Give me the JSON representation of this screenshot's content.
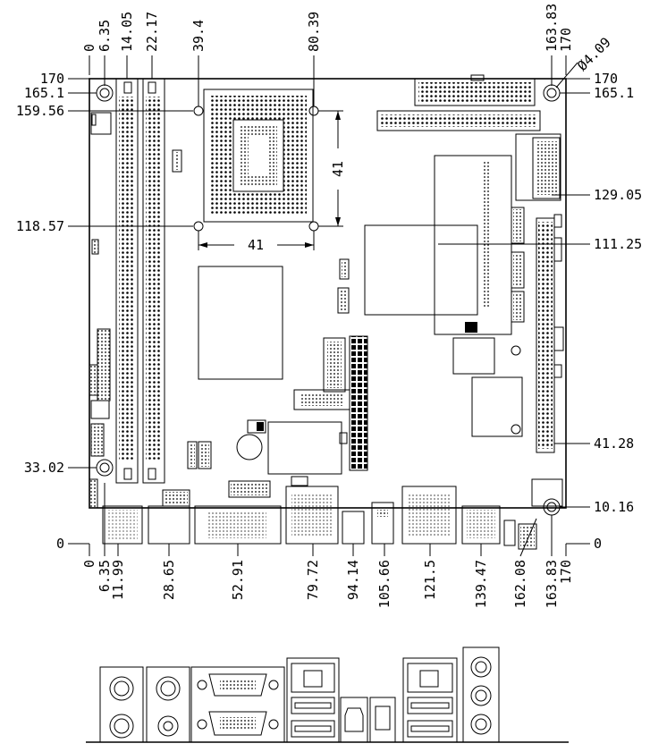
{
  "diagram": {
    "top_dims": [
      "0",
      "6.35",
      "14.05",
      "22.17",
      "39.4",
      "80.39",
      "163.83",
      "170"
    ],
    "left_dims": [
      "170",
      "165.1",
      "159.56",
      "118.57",
      "33.02",
      "0"
    ],
    "right_dims": [
      "170",
      "165.1",
      "129.05",
      "111.25",
      "41.28",
      "10.16",
      "0"
    ],
    "bottom_dims": [
      "0",
      "6.35",
      "11.99",
      "28.65",
      "52.91",
      "79.72",
      "94.14",
      "105.66",
      "121.5",
      "139.47",
      "162.08",
      "163.83",
      "170"
    ],
    "hole_label": "Ø4.09",
    "chip_dims": [
      "41",
      "41"
    ]
  }
}
